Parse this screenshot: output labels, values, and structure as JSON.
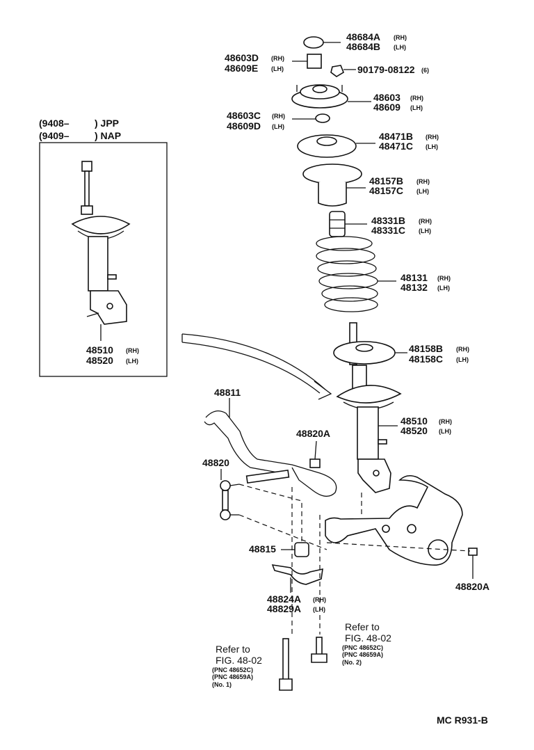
{
  "labels": {
    "p48684": [
      "48684A",
      "48684B"
    ],
    "p48603d": [
      "48603D",
      "48609E"
    ],
    "p90179": "90179-08122",
    "p90179_qty": "(6)",
    "p48603": [
      "48603",
      "48609"
    ],
    "p48603c": [
      "48603C",
      "48609D"
    ],
    "p48471": [
      "48471B",
      "48471C"
    ],
    "p48157": [
      "48157B",
      "48157C"
    ],
    "p48331": [
      "48331B",
      "48331C"
    ],
    "p48131": [
      "48131",
      "48132"
    ],
    "p48158": [
      "48158B",
      "48158C"
    ],
    "p48510": [
      "48510",
      "48520"
    ],
    "p48811": "48811",
    "p48820A_top": "48820A",
    "p48820": "48820",
    "p48815": "48815",
    "p48824": [
      "48824A",
      "48829A"
    ],
    "p48820A_right": "48820A",
    "rh": "(RH)",
    "lh": "(LH)"
  },
  "inset": {
    "date1": "(9408–",
    "date2": "(9409–",
    "market1": ") JPP",
    "market2": ") NAP",
    "part": [
      "48510",
      "48520"
    ]
  },
  "refs": {
    "left": {
      "line1": "Refer to",
      "line2": "FIG. 48-02",
      "pnc1": "(PNC  48652C)",
      "pnc2": "(PNC  48659A)",
      "no": "(No. 1)"
    },
    "right": {
      "line1": "Refer to",
      "line2": "FIG. 48-02",
      "pnc1": "(PNC  48652C)",
      "pnc2": "(PNC  48659A)",
      "no": "(No. 2)"
    }
  },
  "footer_code": "MC  R931-B"
}
